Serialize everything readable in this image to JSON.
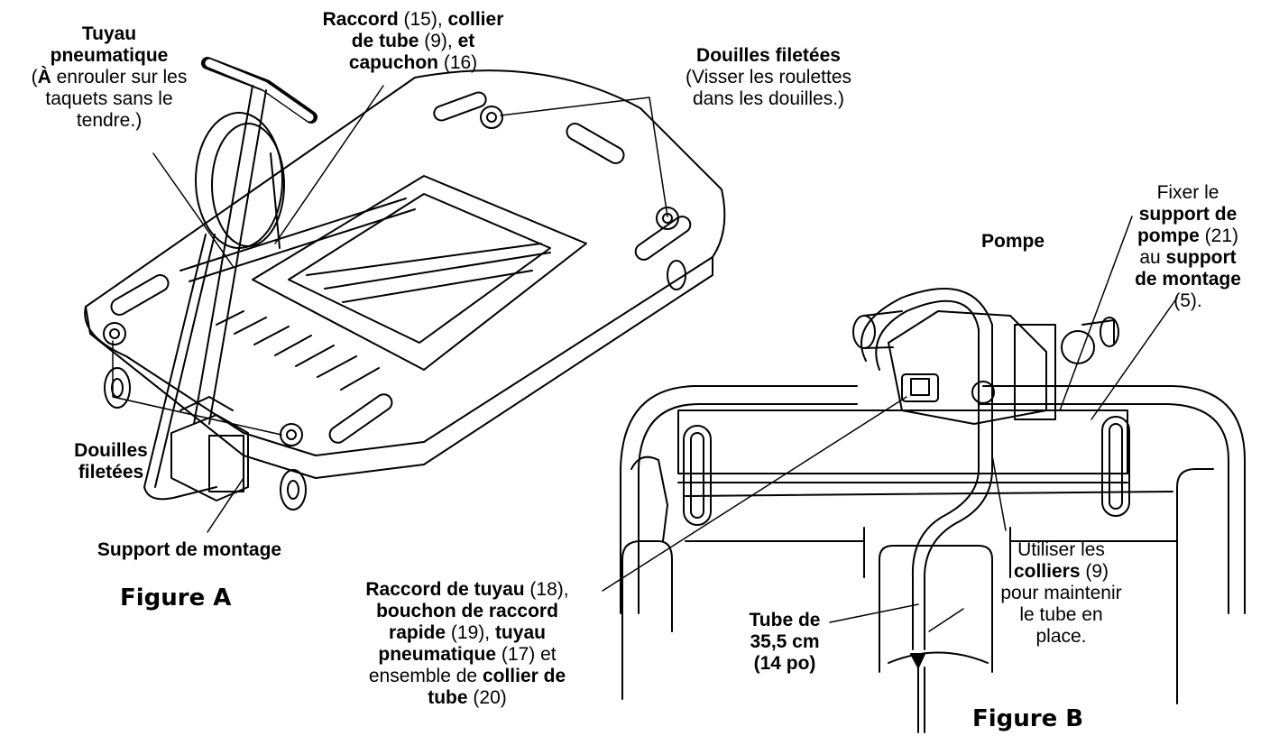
{
  "figure_a": {
    "caption": "Figure A",
    "labels": {
      "air_hose": {
        "title_1": "Tuyau",
        "title_2": "pneumatique",
        "open": "(",
        "a_bold": "À",
        "rest_1": " enrouler sur les",
        "rest_2": "taquets sans le",
        "rest_3": "tendre.)"
      },
      "fitting": {
        "b1": "Raccord",
        "n1": " (15), ",
        "b2a": "collier",
        "b2b": "de tube",
        "n2": " (9), ",
        "b3a": "et",
        "b3b": "capuchon",
        "n3": " (16)"
      },
      "threaded_top": {
        "title": "Douilles filetées",
        "note_1": "(Visser les roulettes",
        "note_2": "dans les douilles.)"
      },
      "threaded_left": {
        "line_1": "Douilles",
        "line_2": "filetées"
      },
      "mount_bracket": "Support de montage"
    }
  },
  "figure_b": {
    "caption": "Figure B",
    "labels": {
      "pump": "Pompe",
      "pump_bracket": {
        "l1": "Fixer le",
        "b1": "support de",
        "b2": "pompe",
        "n2": " (21)",
        "n3": "au ",
        "b3": "support",
        "b4": "de montage",
        "n5": "(5)."
      },
      "hose_fitting": {
        "b1": "Raccord de tuyau",
        "n1": " (18),",
        "b2": "bouchon de raccord",
        "b3": "rapide",
        "n3": " (19), ",
        "b4": "tuyau",
        "b5": "pneumatique",
        "n5": " (17) et",
        "n6": "ensemble de ",
        "b6": "collier de",
        "b7": "tube",
        "n7": " (20)"
      },
      "clamps": {
        "l1": "Utiliser les",
        "b2": "colliers",
        "n2": " (9)",
        "l3": "pour maintenir",
        "l4": "le tube en",
        "l5": "place."
      },
      "tube": {
        "l1": "Tube de",
        "l2": "35,5 cm",
        "l3": "(14 po)"
      }
    }
  }
}
